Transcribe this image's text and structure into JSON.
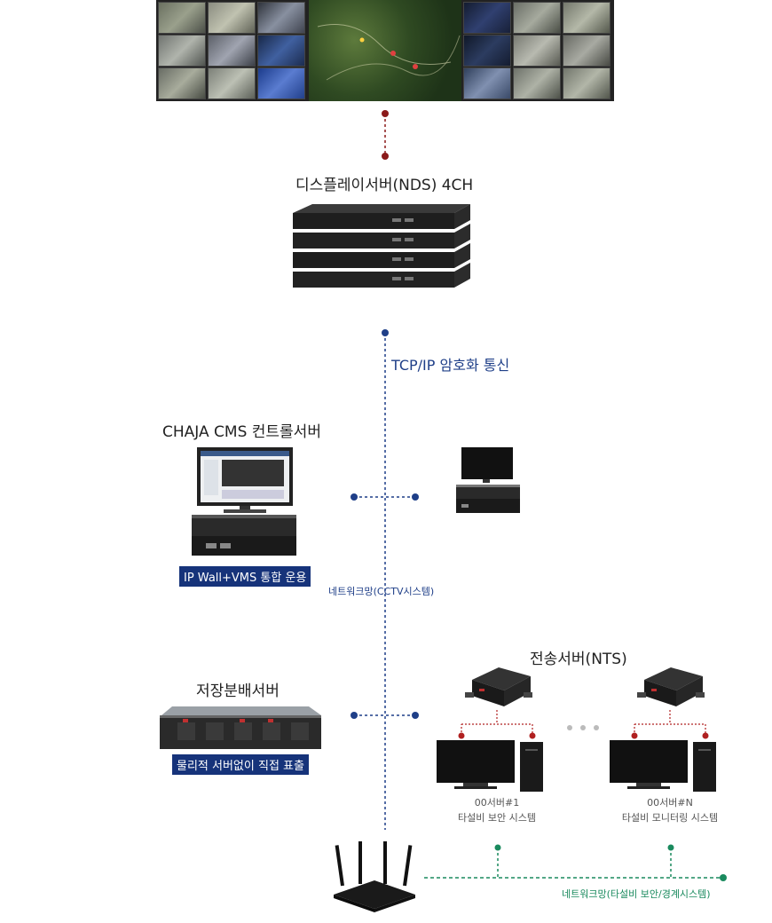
{
  "display_server": {
    "title": "디스플레이서버(NDS) 4CH"
  },
  "tcp_label": "TCP/IP 암호화 통신",
  "cms": {
    "title": "CHAJA CMS 컨트롤서버",
    "badge": "IP Wall+VMS 통합 운용"
  },
  "network_cctv": "네트워크망(CCTV시스템)",
  "storage": {
    "title": "저장분배서버",
    "badge": "물리적 서버없이 직접 표출"
  },
  "nts": {
    "title": "전송서버(NTS)",
    "servers": [
      {
        "name": "00서버#1",
        "desc": "타설비 보안 시스템"
      },
      {
        "name": "00서버#N",
        "desc": "타설비 모니터링 시스템"
      }
    ]
  },
  "network_other": "네트워크망(타설비 보안/경계시스템)",
  "colors": {
    "blue": "#1f3f88",
    "red": "#8b1a1a",
    "green": "#1a8a5e",
    "badge": "#16337a"
  }
}
